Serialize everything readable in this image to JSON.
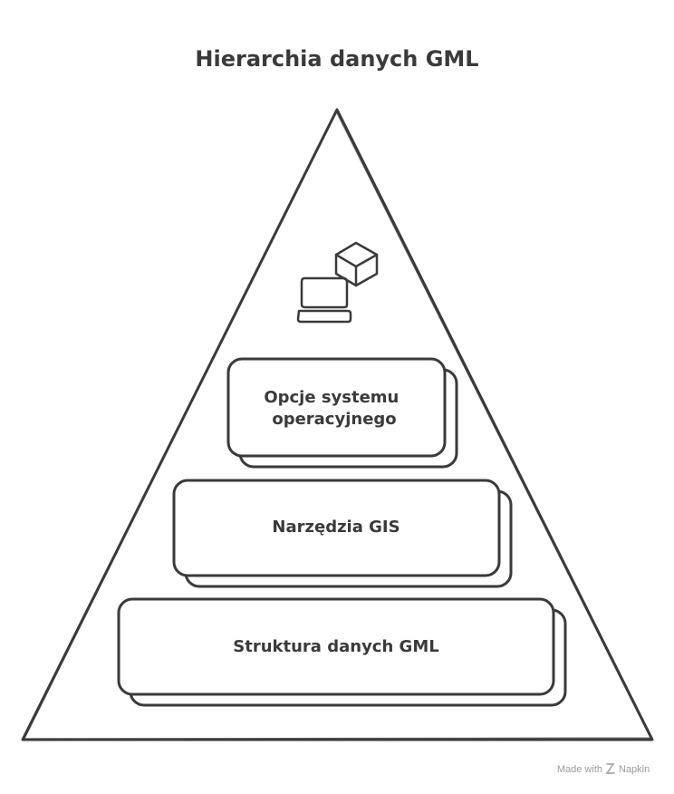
{
  "title": "Hierarchia danych GML",
  "pyramid": {
    "levels": [
      {
        "lines": [
          "Opcje systemu",
          "operacyjnego"
        ]
      },
      {
        "lines": [
          "Narzędzia GIS"
        ]
      },
      {
        "lines": [
          "Struktura danych GML"
        ]
      }
    ],
    "apex_icons": [
      "cube-icon",
      "laptop-icon"
    ]
  },
  "watermark": {
    "prefix": "Made with",
    "brand": "Napkin",
    "icon": "napkin-logo-icon"
  },
  "colors": {
    "stroke": "#3a3a3a",
    "background": "#ffffff",
    "watermark": "#9a9a9a"
  }
}
